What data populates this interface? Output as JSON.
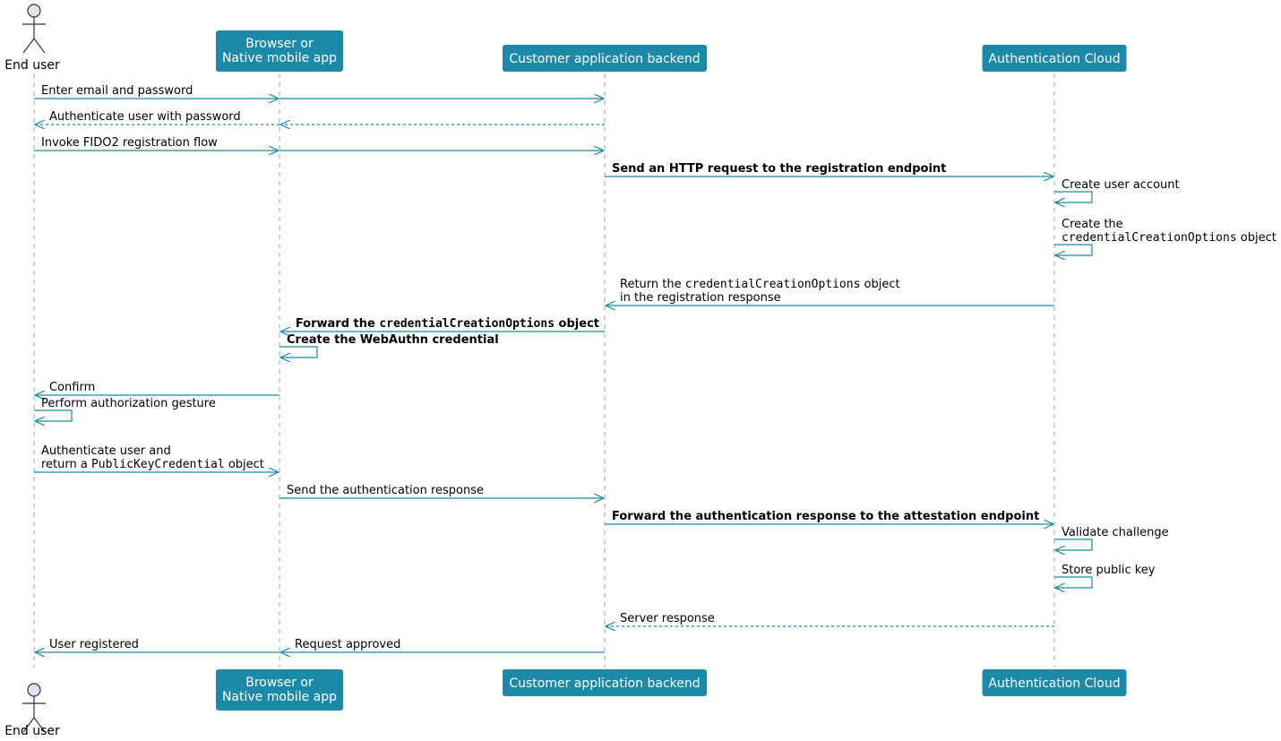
{
  "colors": {
    "accent": "#1a8aa8",
    "lifeline": "#7aaed0",
    "actor_fill": "#e2e2f0",
    "actor_stroke": "#333333",
    "text": "#000000"
  },
  "participants": [
    {
      "id": "user",
      "kind": "actor",
      "lines": [
        "End user"
      ]
    },
    {
      "id": "browser",
      "kind": "box",
      "lines": [
        "Browser or",
        "Native mobile app"
      ]
    },
    {
      "id": "backend",
      "kind": "box",
      "lines": [
        "Customer application backend"
      ]
    },
    {
      "id": "cloud",
      "kind": "box",
      "lines": [
        "Authentication Cloud"
      ]
    }
  ],
  "messages": [
    {
      "from": "user",
      "to": "backend",
      "via": "browser",
      "style": "solid",
      "bold": false,
      "lines": [
        [
          {
            "t": "Enter email and password"
          }
        ]
      ]
    },
    {
      "from": "backend",
      "to": "user",
      "via": "browser",
      "style": "dashed",
      "bold": false,
      "lines": [
        [
          {
            "t": "Authenticate user with password"
          }
        ]
      ]
    },
    {
      "from": "user",
      "to": "backend",
      "via": "browser",
      "style": "solid",
      "bold": false,
      "lines": [
        [
          {
            "t": "Invoke FIDO2 registration flow"
          }
        ]
      ]
    },
    {
      "from": "backend",
      "to": "cloud",
      "style": "solid",
      "bold": true,
      "lines": [
        [
          {
            "t": "Send an HTTP request to the registration endpoint"
          }
        ]
      ]
    },
    {
      "from": "cloud",
      "to": "cloud",
      "style": "solid",
      "bold": false,
      "lines": [
        [
          {
            "t": "Create user account"
          }
        ]
      ]
    },
    {
      "from": "cloud",
      "to": "cloud",
      "style": "solid",
      "bold": false,
      "lines": [
        [
          {
            "t": "Create the"
          }
        ],
        [
          {
            "t": "credentialCreationOptions",
            "m": true
          },
          {
            "t": " object"
          }
        ]
      ]
    },
    {
      "from": "cloud",
      "to": "backend",
      "style": "solid",
      "bold": false,
      "lines": [
        [
          {
            "t": "Return the "
          },
          {
            "t": "credentialCreationOptions",
            "m": true
          },
          {
            "t": " object"
          }
        ],
        [
          {
            "t": "in the registration response"
          }
        ]
      ]
    },
    {
      "from": "backend",
      "to": "browser",
      "style": "solid",
      "bold": true,
      "lines": [
        [
          {
            "t": "Forward the "
          },
          {
            "t": "credentialCreationOptions",
            "m": true
          },
          {
            "t": " object"
          }
        ]
      ]
    },
    {
      "from": "browser",
      "to": "browser",
      "style": "solid",
      "bold": true,
      "lines": [
        [
          {
            "t": "Create the WebAuthn credential"
          }
        ]
      ]
    },
    {
      "from": "browser",
      "to": "user",
      "style": "solid",
      "bold": false,
      "lines": [
        [
          {
            "t": "Confirm"
          }
        ]
      ]
    },
    {
      "from": "user",
      "to": "user",
      "style": "solid",
      "bold": false,
      "lines": [
        [
          {
            "t": "Perform authorization gesture"
          }
        ]
      ]
    },
    {
      "from": "user",
      "to": "browser",
      "style": "solid",
      "bold": false,
      "lines": [
        [
          {
            "t": "Authenticate user and"
          }
        ],
        [
          {
            "t": "return a "
          },
          {
            "t": "PublicKeyCredential",
            "m": true
          },
          {
            "t": " object"
          }
        ]
      ]
    },
    {
      "from": "browser",
      "to": "backend",
      "style": "solid",
      "bold": false,
      "lines": [
        [
          {
            "t": "Send the authentication response"
          }
        ]
      ]
    },
    {
      "from": "backend",
      "to": "cloud",
      "style": "solid",
      "bold": true,
      "lines": [
        [
          {
            "t": "Forward the authentication response to the attestation endpoint"
          }
        ]
      ]
    },
    {
      "from": "cloud",
      "to": "cloud",
      "style": "solid",
      "bold": false,
      "lines": [
        [
          {
            "t": "Validate challenge"
          }
        ]
      ]
    },
    {
      "from": "cloud",
      "to": "cloud",
      "style": "solid",
      "bold": false,
      "lines": [
        [
          {
            "t": "Store public key"
          }
        ]
      ]
    },
    {
      "from": "cloud",
      "to": "backend",
      "style": "dashed",
      "bold": false,
      "lines": [
        [
          {
            "t": "Server response"
          }
        ]
      ]
    },
    {
      "from": "browser",
      "to": "user",
      "style": "solid",
      "bold": false,
      "lines": [
        [
          {
            "t": "User registered"
          }
        ]
      ]
    },
    {
      "from": "backend",
      "to": "browser",
      "style": "solid",
      "bold": false,
      "lines": [
        [
          {
            "t": "Request approved"
          }
        ]
      ]
    }
  ]
}
